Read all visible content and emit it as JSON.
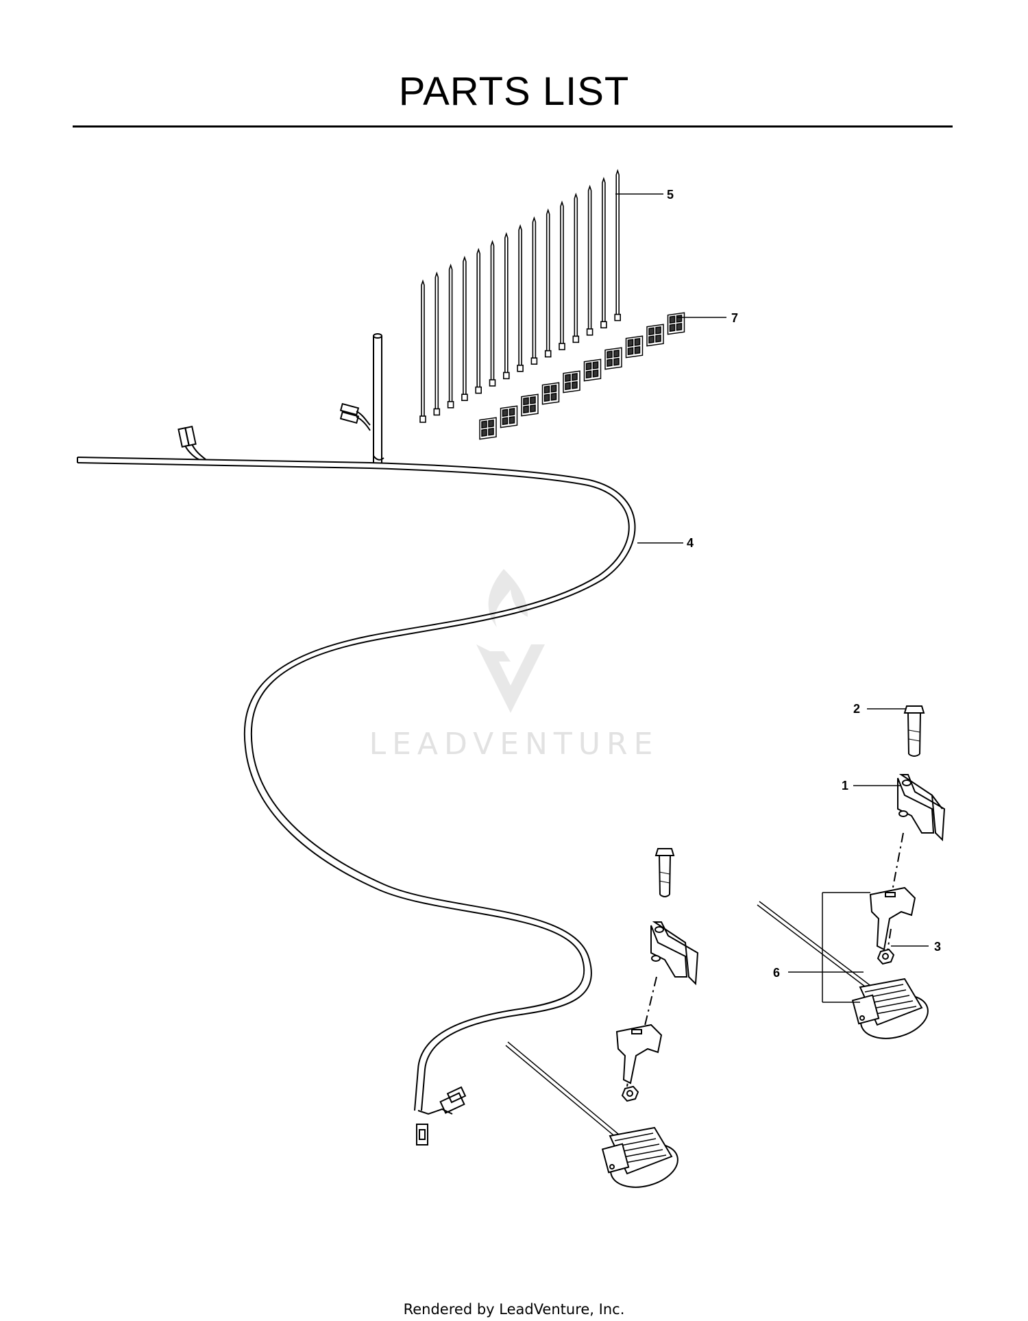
{
  "page": {
    "title": "PARTS LIST",
    "footer": "Rendered by LeadVenture, Inc."
  },
  "watermark": {
    "text": "LEADVENTURE",
    "color": "#e2e2e2"
  },
  "callouts": [
    {
      "label": "1",
      "part": "bracket"
    },
    {
      "label": "2",
      "part": "bolt"
    },
    {
      "label": "3",
      "part": "nut"
    },
    {
      "label": "4",
      "part": "wire-harness"
    },
    {
      "label": "5",
      "part": "cable-ties"
    },
    {
      "label": "6",
      "part": "light-assembly"
    },
    {
      "label": "7",
      "part": "adhesive-pads"
    }
  ]
}
